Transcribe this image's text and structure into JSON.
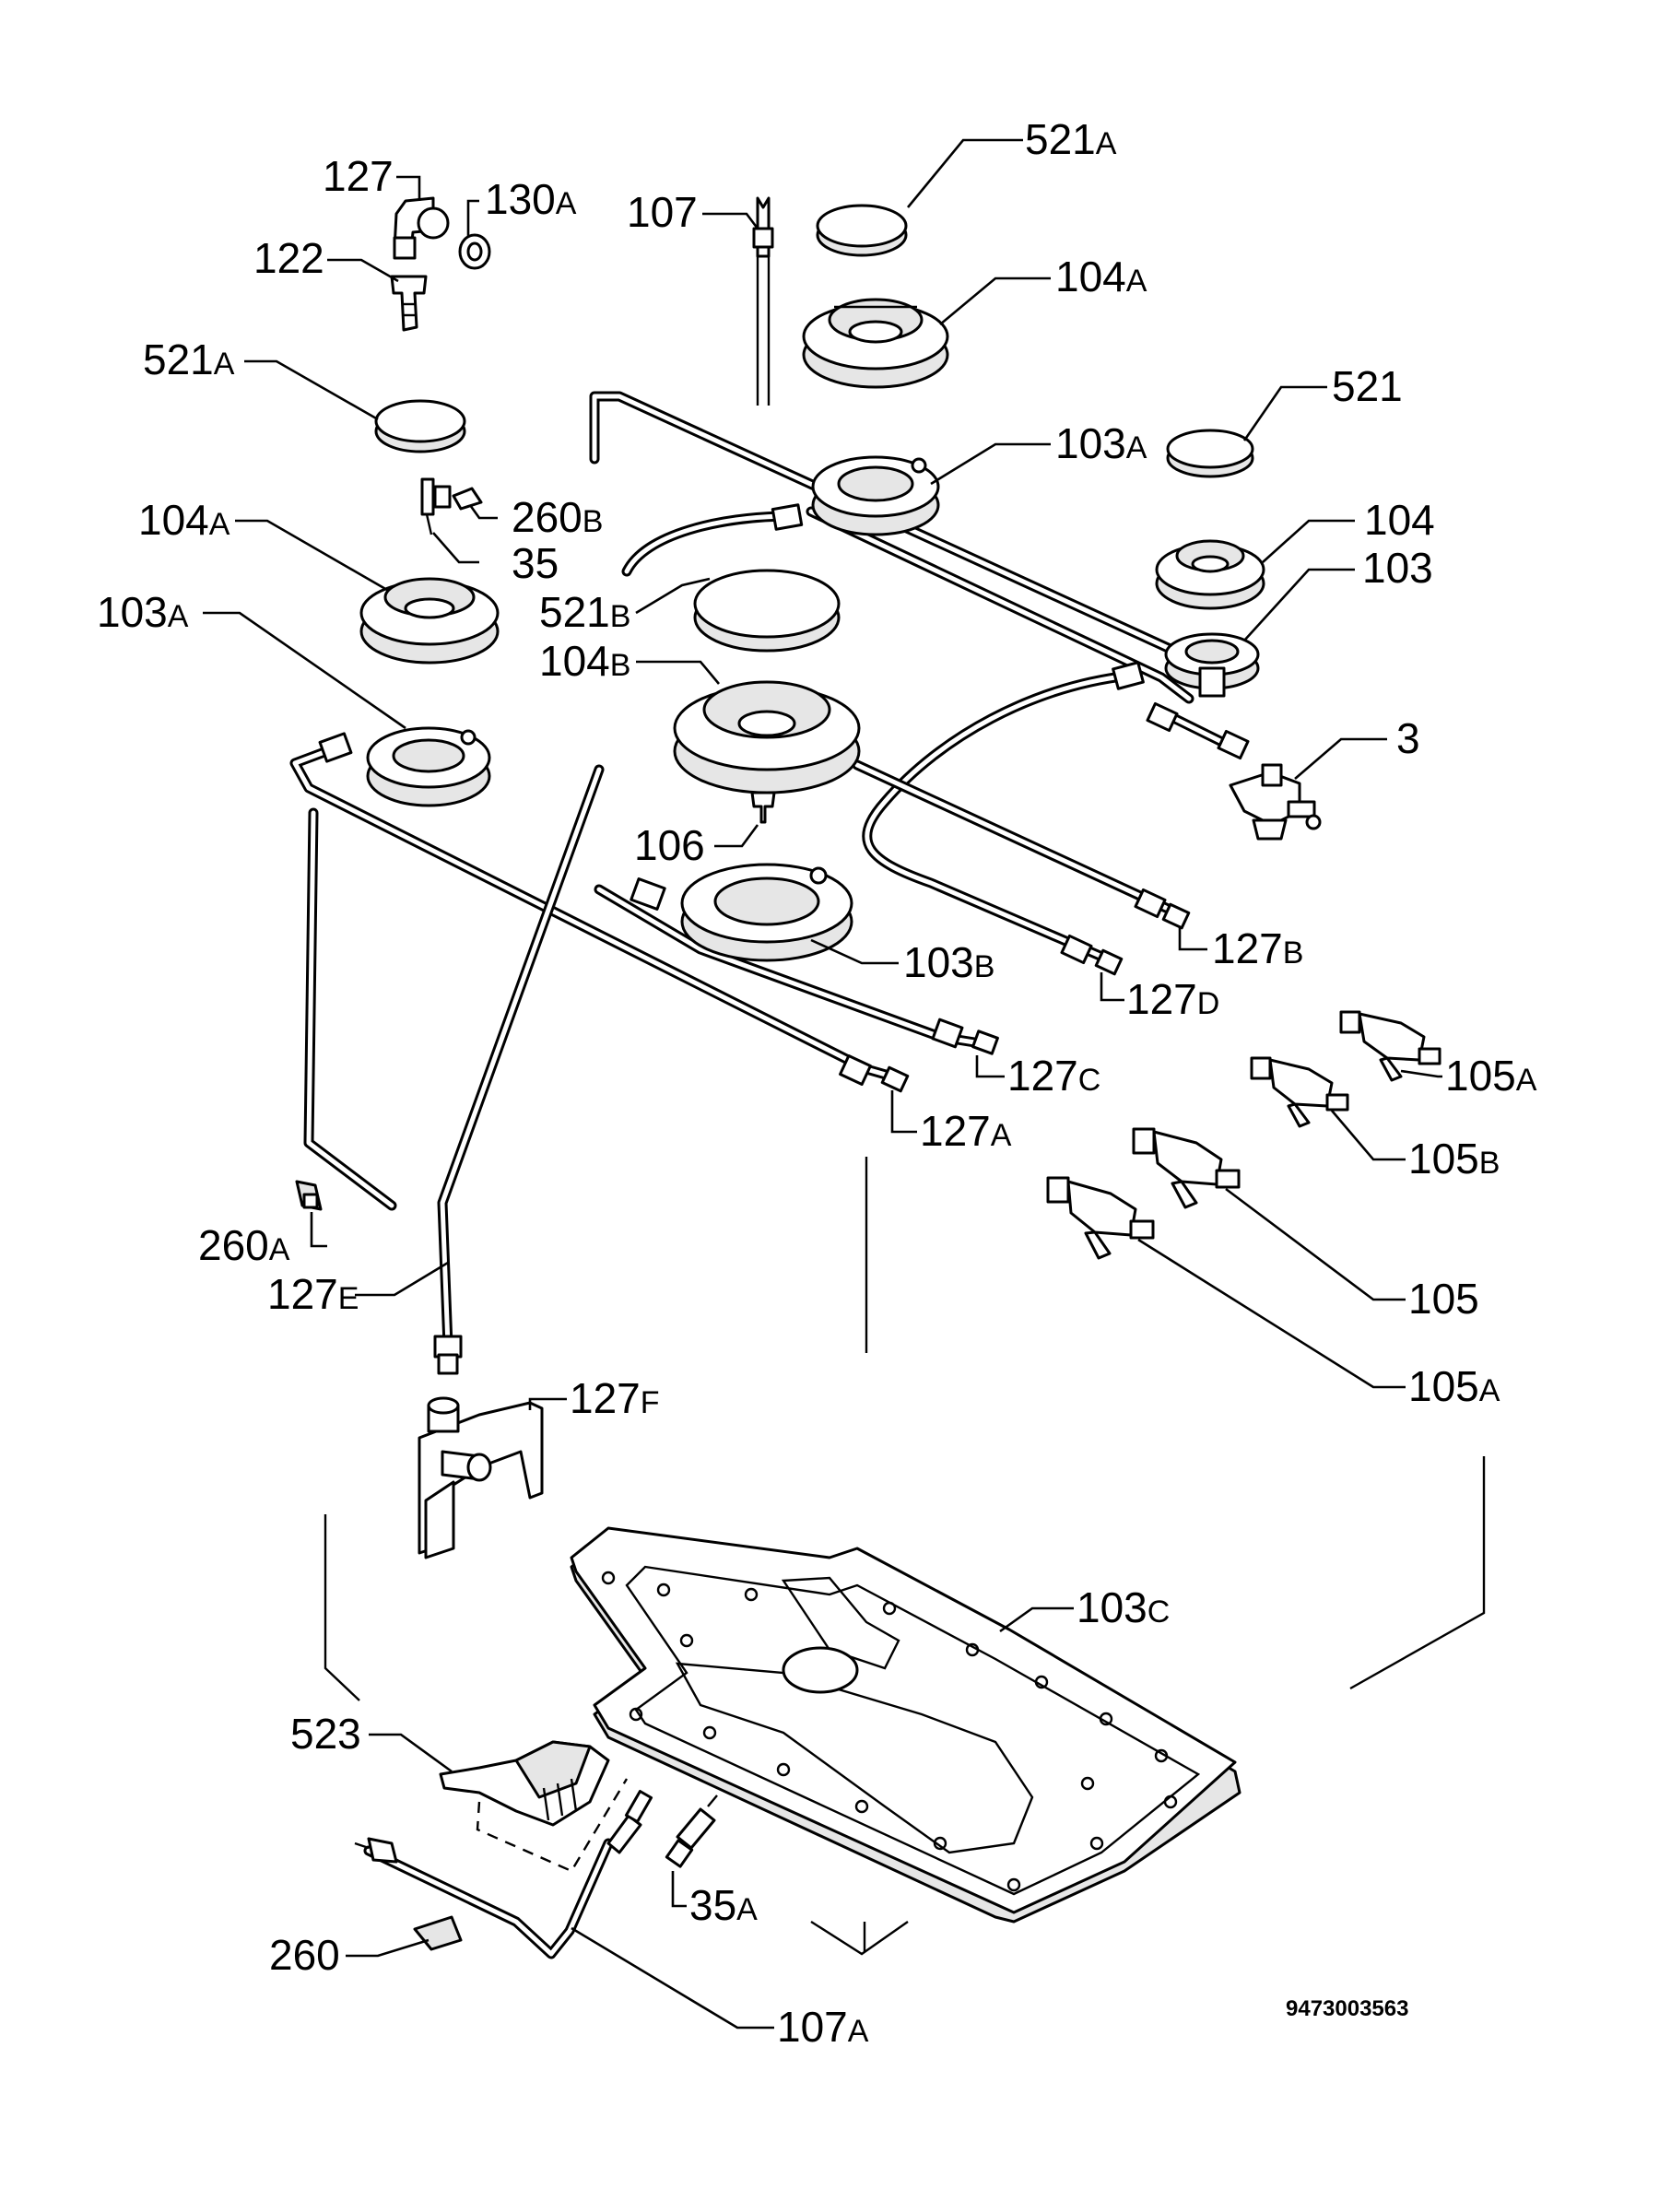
{
  "diagram": {
    "document_number": "9473003563",
    "labels": {
      "l521a_top": {
        "num": "521",
        "suf": "A"
      },
      "l107": {
        "num": "107",
        "suf": ""
      },
      "l127": {
        "num": "127",
        "suf": ""
      },
      "l130a": {
        "num": "130",
        "suf": "A"
      },
      "l122": {
        "num": "122",
        "suf": ""
      },
      "l104a_top": {
        "num": "104",
        "suf": "A"
      },
      "l521a_left": {
        "num": "521",
        "suf": "A"
      },
      "l521": {
        "num": "521",
        "suf": ""
      },
      "l103a_mid": {
        "num": "103",
        "suf": "A"
      },
      "l260b": {
        "num": "260",
        "suf": "B"
      },
      "l104a_left": {
        "num": "104",
        "suf": "A"
      },
      "l104": {
        "num": "104",
        "suf": ""
      },
      "l35": {
        "num": "35",
        "suf": ""
      },
      "l103": {
        "num": "103",
        "suf": ""
      },
      "l521b": {
        "num": "521",
        "suf": "B"
      },
      "l103a_left": {
        "num": "103",
        "suf": "A"
      },
      "l104b": {
        "num": "104",
        "suf": "B"
      },
      "l3": {
        "num": "3",
        "suf": ""
      },
      "l106": {
        "num": "106",
        "suf": ""
      },
      "l127b": {
        "num": "127",
        "suf": "B"
      },
      "l103b": {
        "num": "103",
        "suf": "B"
      },
      "l127d": {
        "num": "127",
        "suf": "D"
      },
      "l105a_top": {
        "num": "105",
        "suf": "A"
      },
      "l127c": {
        "num": "127",
        "suf": "C"
      },
      "l127a": {
        "num": "127",
        "suf": "A"
      },
      "l105b": {
        "num": "105",
        "suf": "B"
      },
      "l260a": {
        "num": "260",
        "suf": "A"
      },
      "l105": {
        "num": "105",
        "suf": ""
      },
      "l127e": {
        "num": "127",
        "suf": "E"
      },
      "l105a_bot": {
        "num": "105",
        "suf": "A"
      },
      "l127f": {
        "num": "127",
        "suf": "F"
      },
      "l103c": {
        "num": "103",
        "suf": "C"
      },
      "l523": {
        "num": "523",
        "suf": ""
      },
      "l35a": {
        "num": "35",
        "suf": "A"
      },
      "l260": {
        "num": "260",
        "suf": ""
      },
      "l107a": {
        "num": "107",
        "suf": "A"
      }
    }
  }
}
